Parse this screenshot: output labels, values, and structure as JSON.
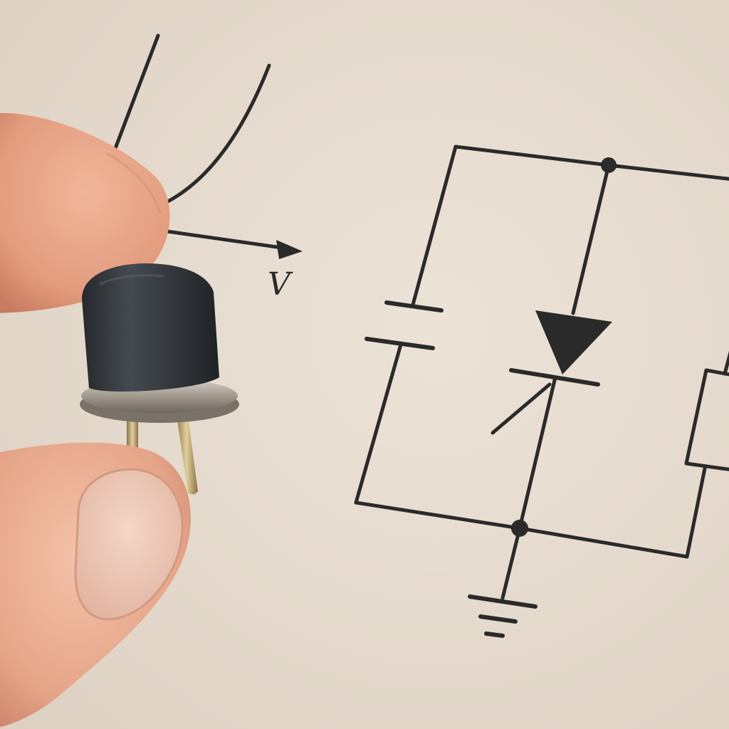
{
  "scene": {
    "description_label": "",
    "paper_color": "#e8ddd0",
    "ink_color": "#2a2a2a",
    "skin_color": "#e8a88c",
    "component_body_color": "#33373c",
    "component_flange_color": "#b8b0a6",
    "lead_color": "#c9a96a"
  },
  "graph": {
    "x_axis_label": "V"
  },
  "schematic": {
    "elements": [
      "battery",
      "varactor-diode",
      "resistor",
      "ground"
    ]
  }
}
